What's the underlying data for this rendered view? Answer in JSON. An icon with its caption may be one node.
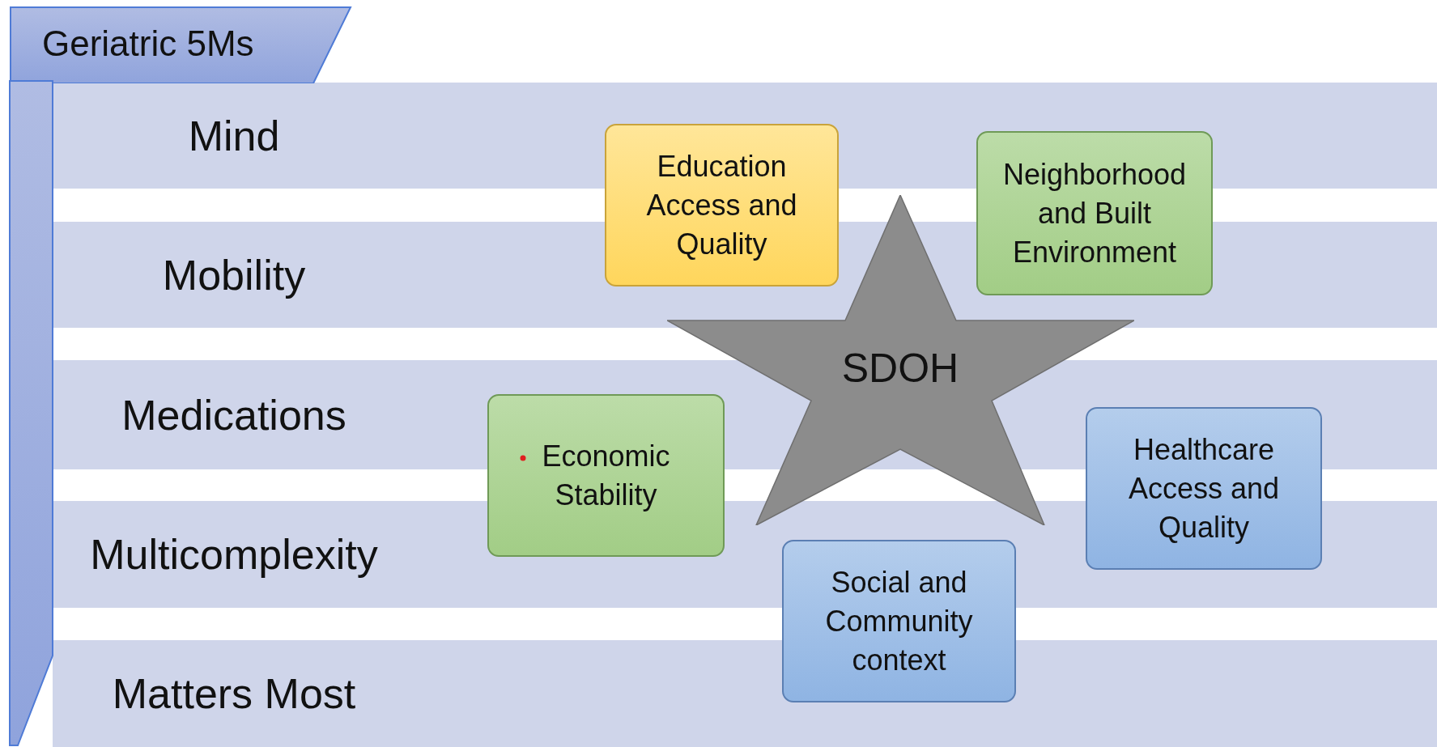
{
  "diagram": {
    "nodes": [
      {
        "text": [
          "Geriatric 5Ms"
        ]
      },
      {
        "text": [
          "Mind"
        ]
      },
      {
        "text": [
          "Education Access and Quality"
        ]
      },
      {
        "text": [
          "Neighborhood and Built Environment"
        ]
      },
      {
        "text": [
          "Mobility"
        ]
      },
      {
        "text": [
          "SDOH"
        ]
      },
      {
        "text": [
          "Medications"
        ]
      },
      {
        "text": [
          "Economic Stability"
        ]
      },
      {
        "text": [
          "Healthcare Access and Quality"
        ]
      },
      {
        "text": [
          "Multicomplexity"
        ]
      },
      {
        "text": [
          "Social and Community context"
        ]
      },
      {
        "text": [
          "Matters Most"
        ]
      },
      {
        "text": [],
        "shape": "bar"
      }
    ]
  }
}
